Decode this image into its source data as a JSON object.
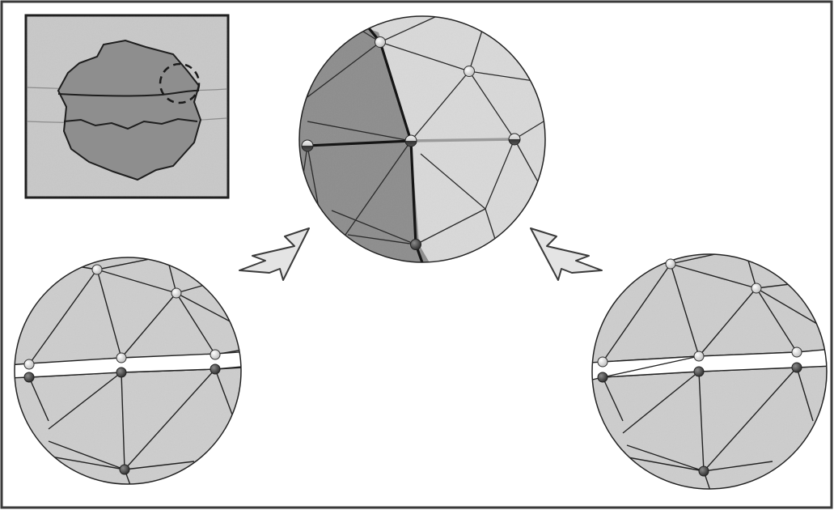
{
  "figure": {
    "panels": [
      {
        "id": "inset",
        "description_name": "inset-crack-detail"
      },
      {
        "id": "top",
        "description_name": "source-sphere"
      },
      {
        "id": "left",
        "description_name": "result-sphere-left"
      },
      {
        "id": "right",
        "description_name": "result-sphere-right"
      }
    ],
    "colors": {
      "frame": "#3a3a3a",
      "panel_light": "#d4d4d4",
      "panel_mid": "#b9b9b9",
      "patch_dark": "#8a8a8a",
      "edge": "#1e1e1e",
      "node_light": "#efefef",
      "node_dark": "#4a4a4a",
      "gap": "#ffffff",
      "arrow_fill": "#e2e2e2"
    },
    "icons": [
      "arrow-icon",
      "arrow-icon"
    ]
  }
}
